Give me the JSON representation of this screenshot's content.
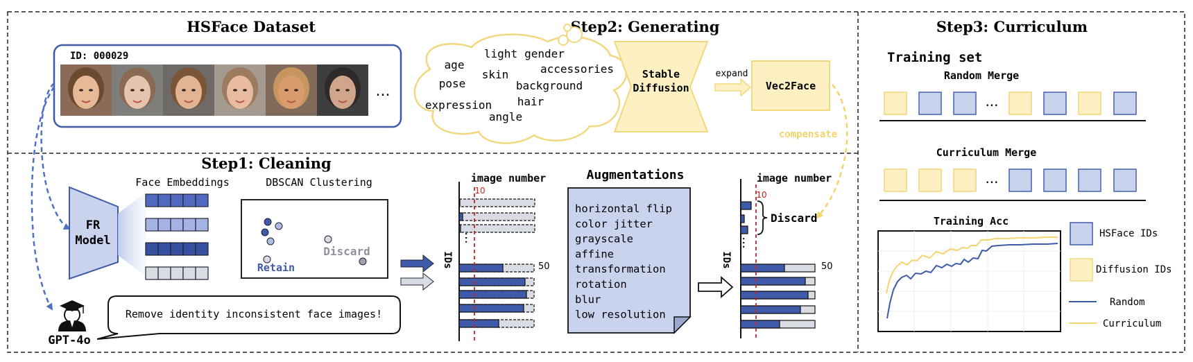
{
  "hsface": {
    "title": "HSFace Dataset",
    "id_label": "ID: 000029",
    "ellipsis": "..."
  },
  "step2": {
    "title": "Step2: Generating",
    "attributes": [
      "light",
      "gender",
      "age",
      "skin",
      "accessories",
      "pose",
      "background",
      "hair",
      "expression",
      "angle"
    ],
    "stable_diffusion": [
      "Stable",
      "Diffusion"
    ],
    "expand_label": "expand",
    "vec2face_label": "Vec2Face",
    "compensate_label": "compensate"
  },
  "step1": {
    "title": "Step1: Cleaning",
    "face_embeddings_label": "Face Embeddings",
    "fr_model": [
      "FR",
      "Model"
    ],
    "dbscan_label": "DBSCAN Clustering",
    "retain_label": "Retain",
    "discard_label": "Discard",
    "gpt_label": "GPT-4o",
    "speech": "Remove identity inconsistent face images!",
    "chart_before": {
      "title": "image number",
      "ids_label": "IDs",
      "threshold_label": "10",
      "max_label": "50",
      "ellipsis": "..."
    },
    "augmentations": {
      "title": "Augmentations",
      "items": [
        "horizontal flip",
        "color jitter",
        "grayscale",
        "affine",
        "transformation",
        "rotation",
        "blur",
        "low resolution"
      ]
    },
    "chart_after": {
      "title": "image number",
      "ids_label": "IDs",
      "threshold_label": "10",
      "max_label": "50",
      "discard_label": "Discard",
      "ellipsis": "..."
    }
  },
  "step3": {
    "title": "Step3: Curriculum",
    "training_set_label": "Training set",
    "random_merge_label": "Random Merge",
    "curriculum_merge_label": "Curriculum Merge",
    "ellipsis": "...",
    "random_merge_sequence": [
      "yellow",
      "blue",
      "blue",
      "ellipsis",
      "yellow",
      "blue",
      "yellow",
      "blue"
    ],
    "curriculum_merge_sequence": [
      "yellow",
      "yellow",
      "yellow",
      "ellipsis",
      "blue",
      "blue",
      "blue",
      "blue"
    ],
    "training_acc_label": "Training Acc",
    "legend": {
      "hsface_ids": "HSFace IDs",
      "diffusion_ids": "Diffusion IDs",
      "random": "Random",
      "curriculum": "Curriculum"
    }
  },
  "colors": {
    "blue_fill": "#c9d3ee",
    "blue_stroke": "#4f68b0",
    "blue_dark": "#3e5aa8",
    "yellow_fill": "#fdf0c2",
    "yellow_stroke": "#f1d77e",
    "yellow_line": "#f5d46d",
    "red_dashed": "#cc2222",
    "grey_fill": "#d9dce2"
  }
}
